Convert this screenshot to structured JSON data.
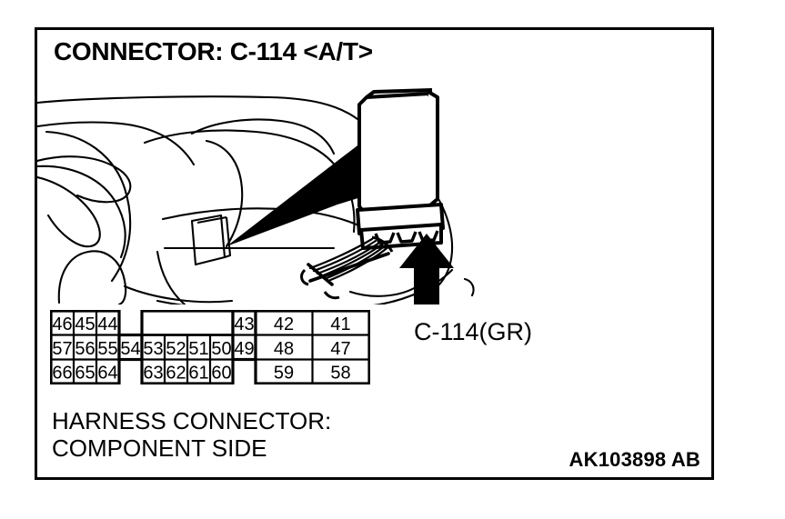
{
  "figure": {
    "title": "CONNECTOR: C-114 <A/T>",
    "reference_code": "AK103898 AB",
    "border_color": "#000000",
    "background_color": "#ffffff",
    "line_color": "#000000"
  },
  "callout": {
    "connector_label": "C-114(GR)"
  },
  "caption": {
    "line1": "HARNESS CONNECTOR:",
    "line2": "COMPONENT SIDE"
  },
  "pin_grid": {
    "description": "Harness connector pin layout, component side",
    "rows": [
      {
        "row": 1,
        "cells": [
          {
            "label": "46",
            "present": true,
            "width": "narrow"
          },
          {
            "label": "45",
            "present": true,
            "width": "narrow"
          },
          {
            "label": "44",
            "present": true,
            "width": "narrow"
          },
          {
            "label": "",
            "present": false,
            "width": "narrow"
          },
          {
            "label": "",
            "present": true,
            "width": "merged4"
          },
          {
            "label": "43",
            "present": true,
            "width": "narrow"
          },
          {
            "label": "42",
            "present": true,
            "width": "wide"
          },
          {
            "label": "41",
            "present": true,
            "width": "wide"
          }
        ]
      },
      {
        "row": 2,
        "cells": [
          {
            "label": "57",
            "present": true,
            "width": "narrow"
          },
          {
            "label": "56",
            "present": true,
            "width": "narrow"
          },
          {
            "label": "55",
            "present": true,
            "width": "narrow"
          },
          {
            "label": "54",
            "present": true,
            "width": "narrow"
          },
          {
            "label": "53",
            "present": true,
            "width": "narrow"
          },
          {
            "label": "52",
            "present": true,
            "width": "narrow"
          },
          {
            "label": "51",
            "present": true,
            "width": "narrow"
          },
          {
            "label": "50",
            "present": true,
            "width": "narrow"
          },
          {
            "label": "49",
            "present": true,
            "width": "narrow"
          },
          {
            "label": "48",
            "present": true,
            "width": "wide"
          },
          {
            "label": "47",
            "present": true,
            "width": "wide"
          }
        ]
      },
      {
        "row": 3,
        "cells": [
          {
            "label": "66",
            "present": true,
            "width": "narrow"
          },
          {
            "label": "65",
            "present": true,
            "width": "narrow"
          },
          {
            "label": "64",
            "present": true,
            "width": "narrow"
          },
          {
            "label": "",
            "present": false,
            "width": "narrow"
          },
          {
            "label": "63",
            "present": true,
            "width": "narrow"
          },
          {
            "label": "62",
            "present": true,
            "width": "narrow"
          },
          {
            "label": "61",
            "present": true,
            "width": "narrow"
          },
          {
            "label": "60",
            "present": true,
            "width": "narrow"
          },
          {
            "label": "",
            "present": false,
            "width": "narrow"
          },
          {
            "label": "59",
            "present": true,
            "width": "wide"
          },
          {
            "label": "58",
            "present": true,
            "width": "wide"
          }
        ]
      }
    ]
  },
  "artwork": {
    "vehicle_illustration": "car-interior-dashboard-line-drawing",
    "component_illustration": "ecu-control-module-with-wiring-harness",
    "pointer_icon": "tapered-pointer-arrow",
    "callout_arrow_icon": "up-arrow"
  }
}
